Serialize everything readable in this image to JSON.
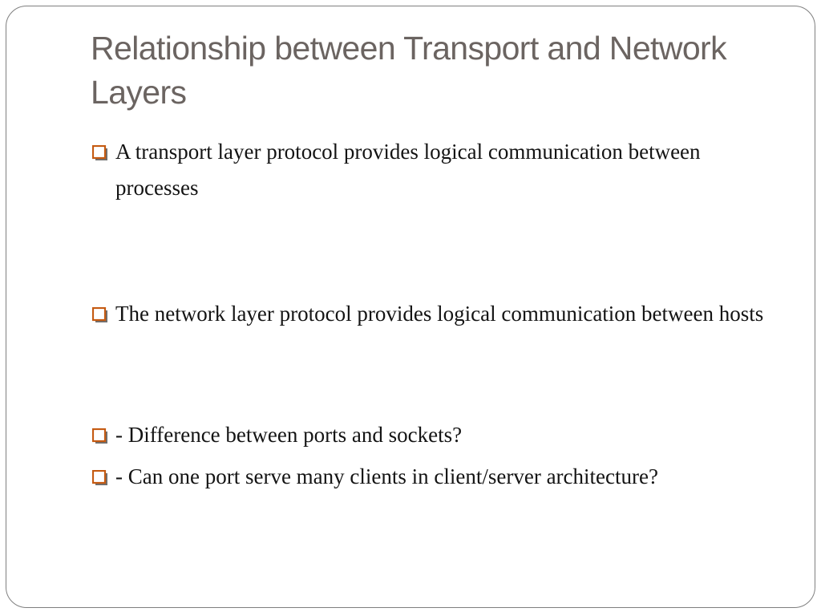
{
  "slide": {
    "title": "Relationship between Transport and Network Layers",
    "bullets": [
      {
        "icon": "checkbox-bullet-icon",
        "text": "A transport layer protocol provides logical communication between processes"
      },
      {
        "icon": "checkbox-bullet-icon",
        "text": "The network layer protocol provides logical communication between hosts"
      },
      {
        "icon": "checkbox-bullet-icon",
        "text": "- Difference between ports and sockets?"
      },
      {
        "icon": "checkbox-bullet-icon",
        "text": "- Can one port serve many clients in client/server architecture?"
      }
    ]
  },
  "colors": {
    "title": "#6b6461",
    "body_text": "#141414",
    "bullet_accent": "#c55a11",
    "frame_border": "#7f7f7f"
  }
}
